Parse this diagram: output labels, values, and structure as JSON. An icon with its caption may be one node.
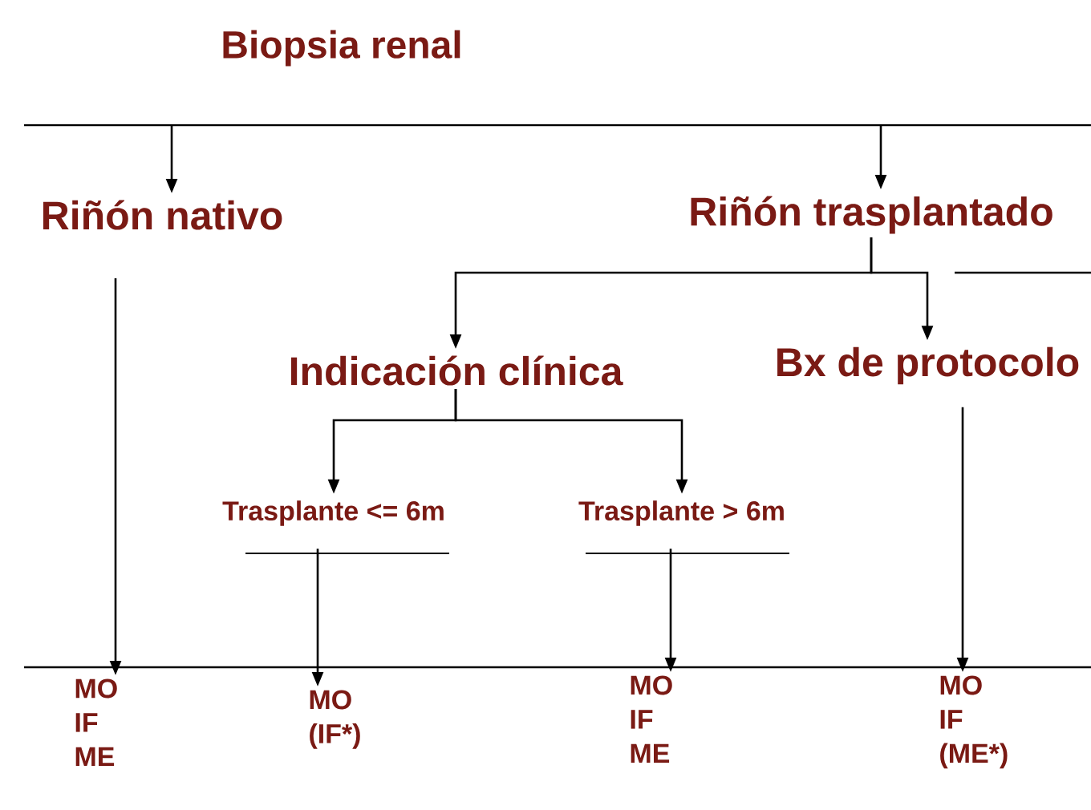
{
  "diagram": {
    "title": "Biopsia renal",
    "nodes": [
      {
        "text": [
          "Riñón nativo"
        ]
      },
      {
        "text": [
          "Riñón trasplantado"
        ]
      },
      {
        "text": [
          "Indicación clínica"
        ]
      },
      {
        "text": [
          "Bx de protocolo"
        ]
      },
      {
        "text": [
          "Trasplante <= 6m"
        ]
      },
      {
        "text": [
          "Trasplante > 6m"
        ]
      },
      {
        "text": [
          "MO",
          "IF",
          "ME"
        ]
      },
      {
        "text": [
          "MO",
          "(IF*)"
        ]
      },
      {
        "text": [
          "MO",
          "IF",
          "ME"
        ]
      },
      {
        "text": [
          "MO",
          "IF",
          "(ME*)"
        ]
      }
    ],
    "edges": [
      {
        "from": null,
        "to": 0,
        "arrow": "to"
      },
      {
        "from": null,
        "to": 1,
        "arrow": "to"
      },
      {
        "from": 1,
        "to": 2,
        "arrow": "to"
      },
      {
        "from": 1,
        "to": 3,
        "arrow": "to"
      },
      {
        "from": 2,
        "to": 4,
        "arrow": "to"
      },
      {
        "from": 2,
        "to": 5,
        "arrow": "to"
      },
      {
        "from": 0,
        "to": 6,
        "arrow": "to"
      },
      {
        "from": 4,
        "to": 7,
        "arrow": "to"
      },
      {
        "from": 5,
        "to": 8,
        "arrow": "to"
      },
      {
        "from": 3,
        "to": 9,
        "arrow": "to"
      }
    ]
  }
}
